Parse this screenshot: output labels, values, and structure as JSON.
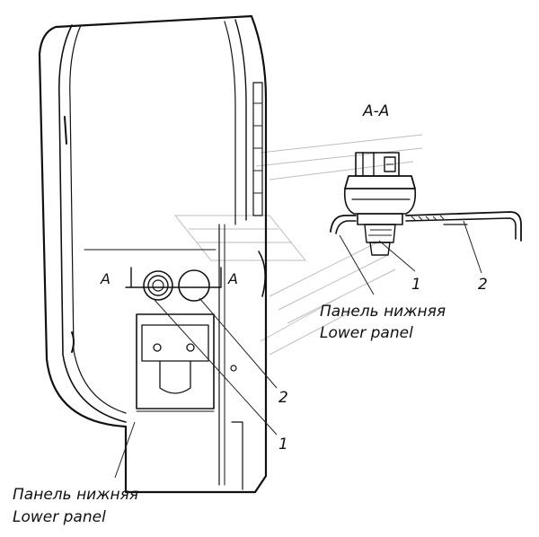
{
  "section_title": "A-A",
  "section_markers": {
    "left": "A",
    "right": "A"
  },
  "callouts": {
    "front_1": "1",
    "front_2": "2",
    "section_1": "1",
    "section_2": "2"
  },
  "captions": {
    "section_ru": "Панель нижняя",
    "section_en": "Lower panel",
    "main_ru": "Панель нижняя",
    "main_en": "Lower panel"
  }
}
